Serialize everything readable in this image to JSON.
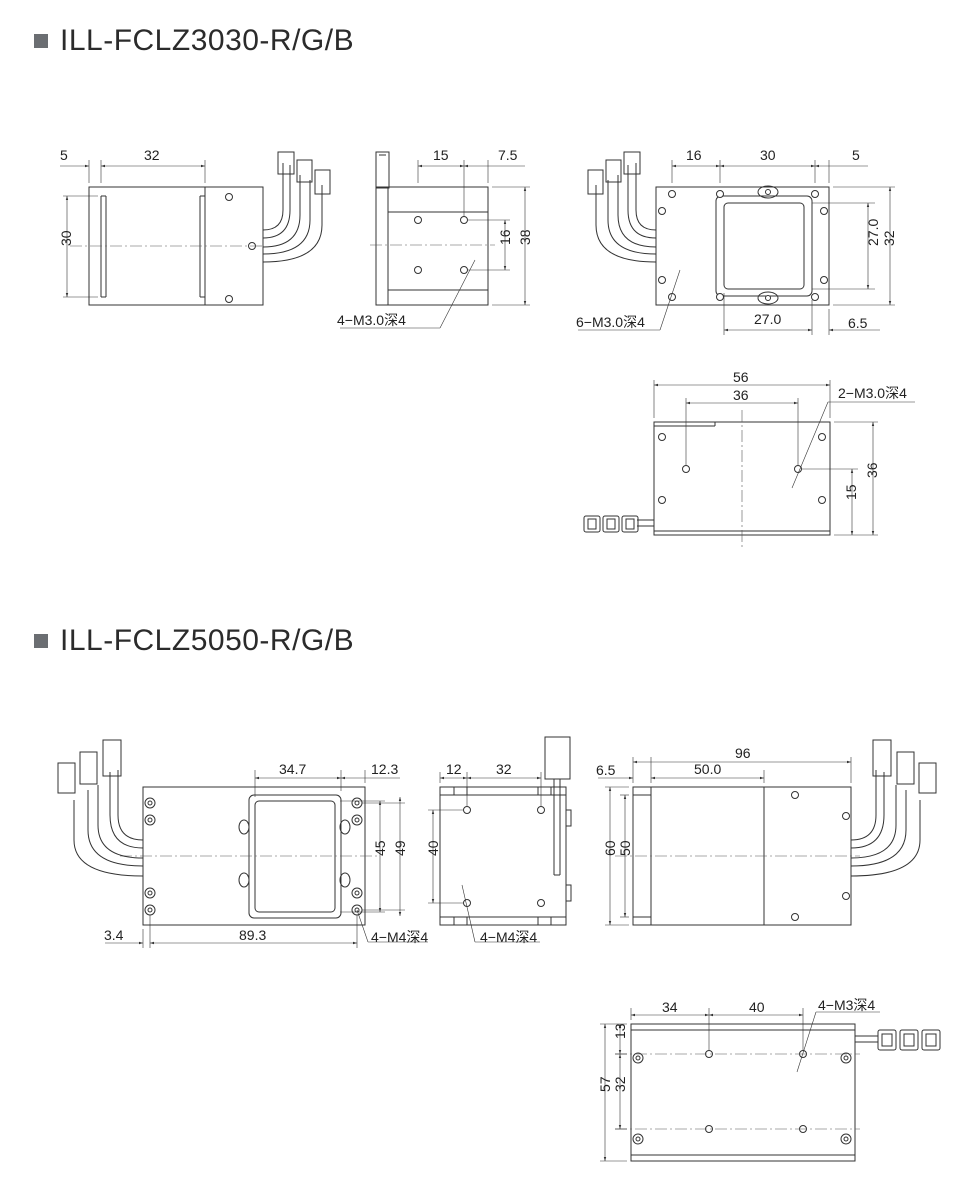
{
  "sections": [
    {
      "title": "ILL-FCLZ3030-R/G/B"
    },
    {
      "title": "ILL-FCLZ5050-R/G/B"
    }
  ],
  "dims3030": {
    "side_5": "5",
    "side_32": "32",
    "side_30": "30",
    "front_15": "15",
    "front_7_5": "7.5",
    "front_16": "16",
    "front_38": "38",
    "front_callout": "4−M3.0深4",
    "top_16": "16",
    "top_30": "30",
    "top_5": "5",
    "top_27_v": "27.0",
    "top_32": "32",
    "top_27_h": "27.0",
    "top_6_5": "6.5",
    "top_callout": "6−M3.0深4",
    "bottom_56": "56",
    "bottom_36": "36",
    "bottom_callout": "2−M3.0深4",
    "bottom_36_v": "36",
    "bottom_15": "15"
  },
  "dims5050": {
    "top_34_7": "34.7",
    "top_12_3": "12.3",
    "top_45": "45",
    "top_49": "49",
    "top_3_4": "3.4",
    "top_89_3": "89.3",
    "top_callout": "4−M4深4",
    "front_12": "12",
    "front_32": "32",
    "front_40": "40",
    "front_callout": "4−M4深4",
    "side_96": "96",
    "side_6_5": "6.5",
    "side_50_0": "50.0",
    "side_60": "60",
    "side_50": "50",
    "bottom_34": "34",
    "bottom_40": "40",
    "bottom_callout": "4−M3深4",
    "bottom_13": "13",
    "bottom_57": "57",
    "bottom_32": "32"
  }
}
